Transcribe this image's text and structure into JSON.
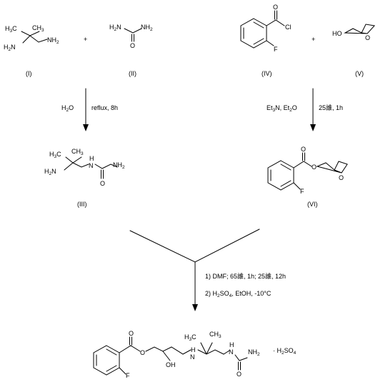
{
  "compounds": [
    {
      "id": "I",
      "label": "(I)"
    },
    {
      "id": "II",
      "label": "(II)"
    },
    {
      "id": "IV",
      "label": "(IV)"
    },
    {
      "id": "V",
      "label": "(V)"
    },
    {
      "id": "III",
      "label": "(III)"
    },
    {
      "id": "VI",
      "label": "(VI)"
    }
  ],
  "plus_signs": [
    "+",
    "+"
  ],
  "reactions": {
    "step1": {
      "reagent": "H2O",
      "reagent_main": "H",
      "reagent_sub": "2",
      "reagent_tail": "O",
      "conditions": "reflux, 8h"
    },
    "step2": {
      "reagent": "Et3N, Et2O",
      "conditions": "25誰, 1h"
    },
    "step3": {
      "line1": "1) DMF; 65誰, 1h; 25誰, 12h",
      "line2_prefix": "2) H",
      "line2_sub1": "2",
      "line2_mid": "SO",
      "line2_sub2": "4",
      "line2_suffix": ", EtOH, -10°C"
    }
  },
  "atoms": {
    "CH3": "CH",
    "three": "3",
    "H3C": "H",
    "H3C_c": "C",
    "NH2": "NH",
    "two": "2",
    "H2N": "H",
    "H2N_n": "N",
    "O": "O",
    "N_H": "H",
    "N": "N",
    "Cl": "Cl",
    "F": "F",
    "HO": "HO",
    "OH": "OH",
    "salt_dot": "· H",
    "salt_sub": "2",
    "salt_SO": "SO",
    "salt_four": "4"
  }
}
